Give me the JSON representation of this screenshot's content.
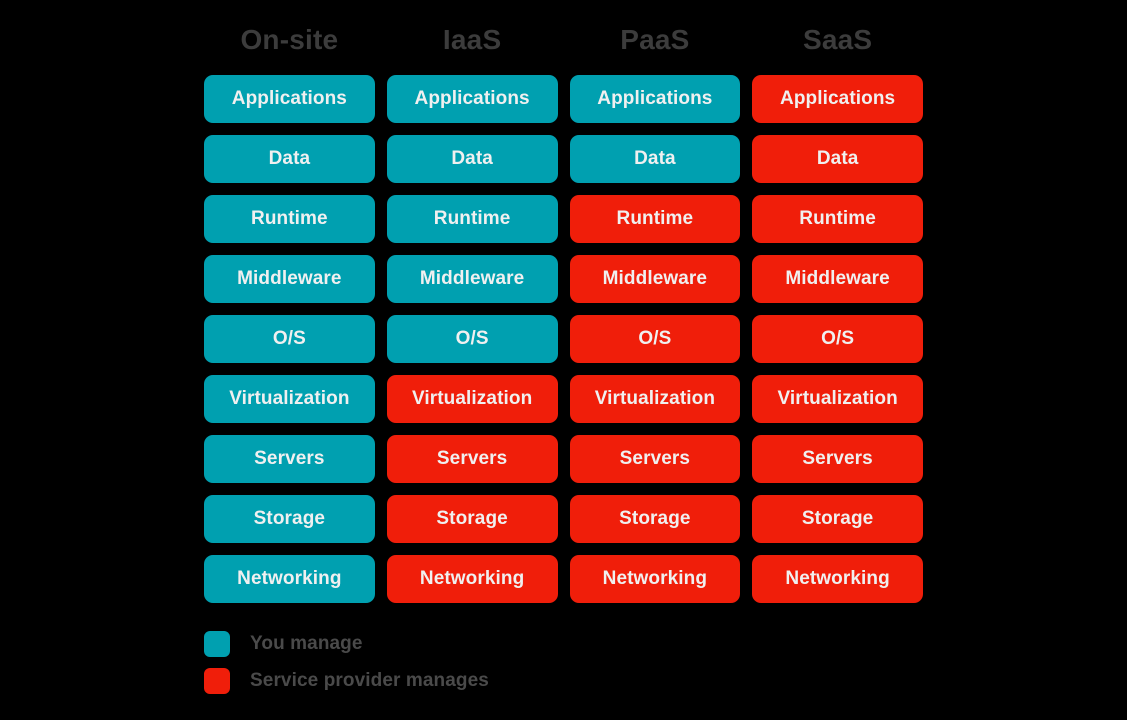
{
  "colors": {
    "background": "#000000",
    "managed_you": "#00A0B0",
    "managed_provider": "#F01E0A",
    "header_text": "#3c3c3c",
    "pill_text": "#f0f0f0",
    "legend_text": "#4a4a4a"
  },
  "chart_data": {
    "type": "table",
    "title": "",
    "categories": [
      "On-site",
      "IaaS",
      "PaaS",
      "SaaS"
    ],
    "rows": [
      "Applications",
      "Data",
      "Runtime",
      "Middleware",
      "O/S",
      "Virtualization",
      "Servers",
      "Storage",
      "Networking"
    ],
    "legend_position": "bottom-left",
    "values": [
      [
        "you",
        "you",
        "you",
        "provider"
      ],
      [
        "you",
        "you",
        "you",
        "provider"
      ],
      [
        "you",
        "you",
        "provider",
        "provider"
      ],
      [
        "you",
        "you",
        "provider",
        "provider"
      ],
      [
        "you",
        "you",
        "provider",
        "provider"
      ],
      [
        "you",
        "provider",
        "provider",
        "provider"
      ],
      [
        "you",
        "provider",
        "provider",
        "provider"
      ],
      [
        "you",
        "provider",
        "provider",
        "provider"
      ],
      [
        "you",
        "provider",
        "provider",
        "provider"
      ]
    ]
  },
  "columns": [
    {
      "label": "On-site"
    },
    {
      "label": "IaaS"
    },
    {
      "label": "PaaS"
    },
    {
      "label": "SaaS"
    }
  ],
  "cells": [
    {
      "label": "Applications",
      "owner": "you"
    },
    {
      "label": "Applications",
      "owner": "you"
    },
    {
      "label": "Applications",
      "owner": "you"
    },
    {
      "label": "Applications",
      "owner": "provider"
    },
    {
      "label": "Data",
      "owner": "you"
    },
    {
      "label": "Data",
      "owner": "you"
    },
    {
      "label": "Data",
      "owner": "you"
    },
    {
      "label": "Data",
      "owner": "provider"
    },
    {
      "label": "Runtime",
      "owner": "you"
    },
    {
      "label": "Runtime",
      "owner": "you"
    },
    {
      "label": "Runtime",
      "owner": "provider"
    },
    {
      "label": "Runtime",
      "owner": "provider"
    },
    {
      "label": "Middleware",
      "owner": "you"
    },
    {
      "label": "Middleware",
      "owner": "you"
    },
    {
      "label": "Middleware",
      "owner": "provider"
    },
    {
      "label": "Middleware",
      "owner": "provider"
    },
    {
      "label": "O/S",
      "owner": "you"
    },
    {
      "label": "O/S",
      "owner": "you"
    },
    {
      "label": "O/S",
      "owner": "provider"
    },
    {
      "label": "O/S",
      "owner": "provider"
    },
    {
      "label": "Virtualization",
      "owner": "you"
    },
    {
      "label": "Virtualization",
      "owner": "provider"
    },
    {
      "label": "Virtualization",
      "owner": "provider"
    },
    {
      "label": "Virtualization",
      "owner": "provider"
    },
    {
      "label": "Servers",
      "owner": "you"
    },
    {
      "label": "Servers",
      "owner": "provider"
    },
    {
      "label": "Servers",
      "owner": "provider"
    },
    {
      "label": "Servers",
      "owner": "provider"
    },
    {
      "label": "Storage",
      "owner": "you"
    },
    {
      "label": "Storage",
      "owner": "provider"
    },
    {
      "label": "Storage",
      "owner": "provider"
    },
    {
      "label": "Storage",
      "owner": "provider"
    },
    {
      "label": "Networking",
      "owner": "you"
    },
    {
      "label": "Networking",
      "owner": "provider"
    },
    {
      "label": "Networking",
      "owner": "provider"
    },
    {
      "label": "Networking",
      "owner": "provider"
    }
  ],
  "legend": [
    {
      "label": "You manage",
      "owner": "you"
    },
    {
      "label": "Service provider manages",
      "owner": "provider"
    }
  ]
}
